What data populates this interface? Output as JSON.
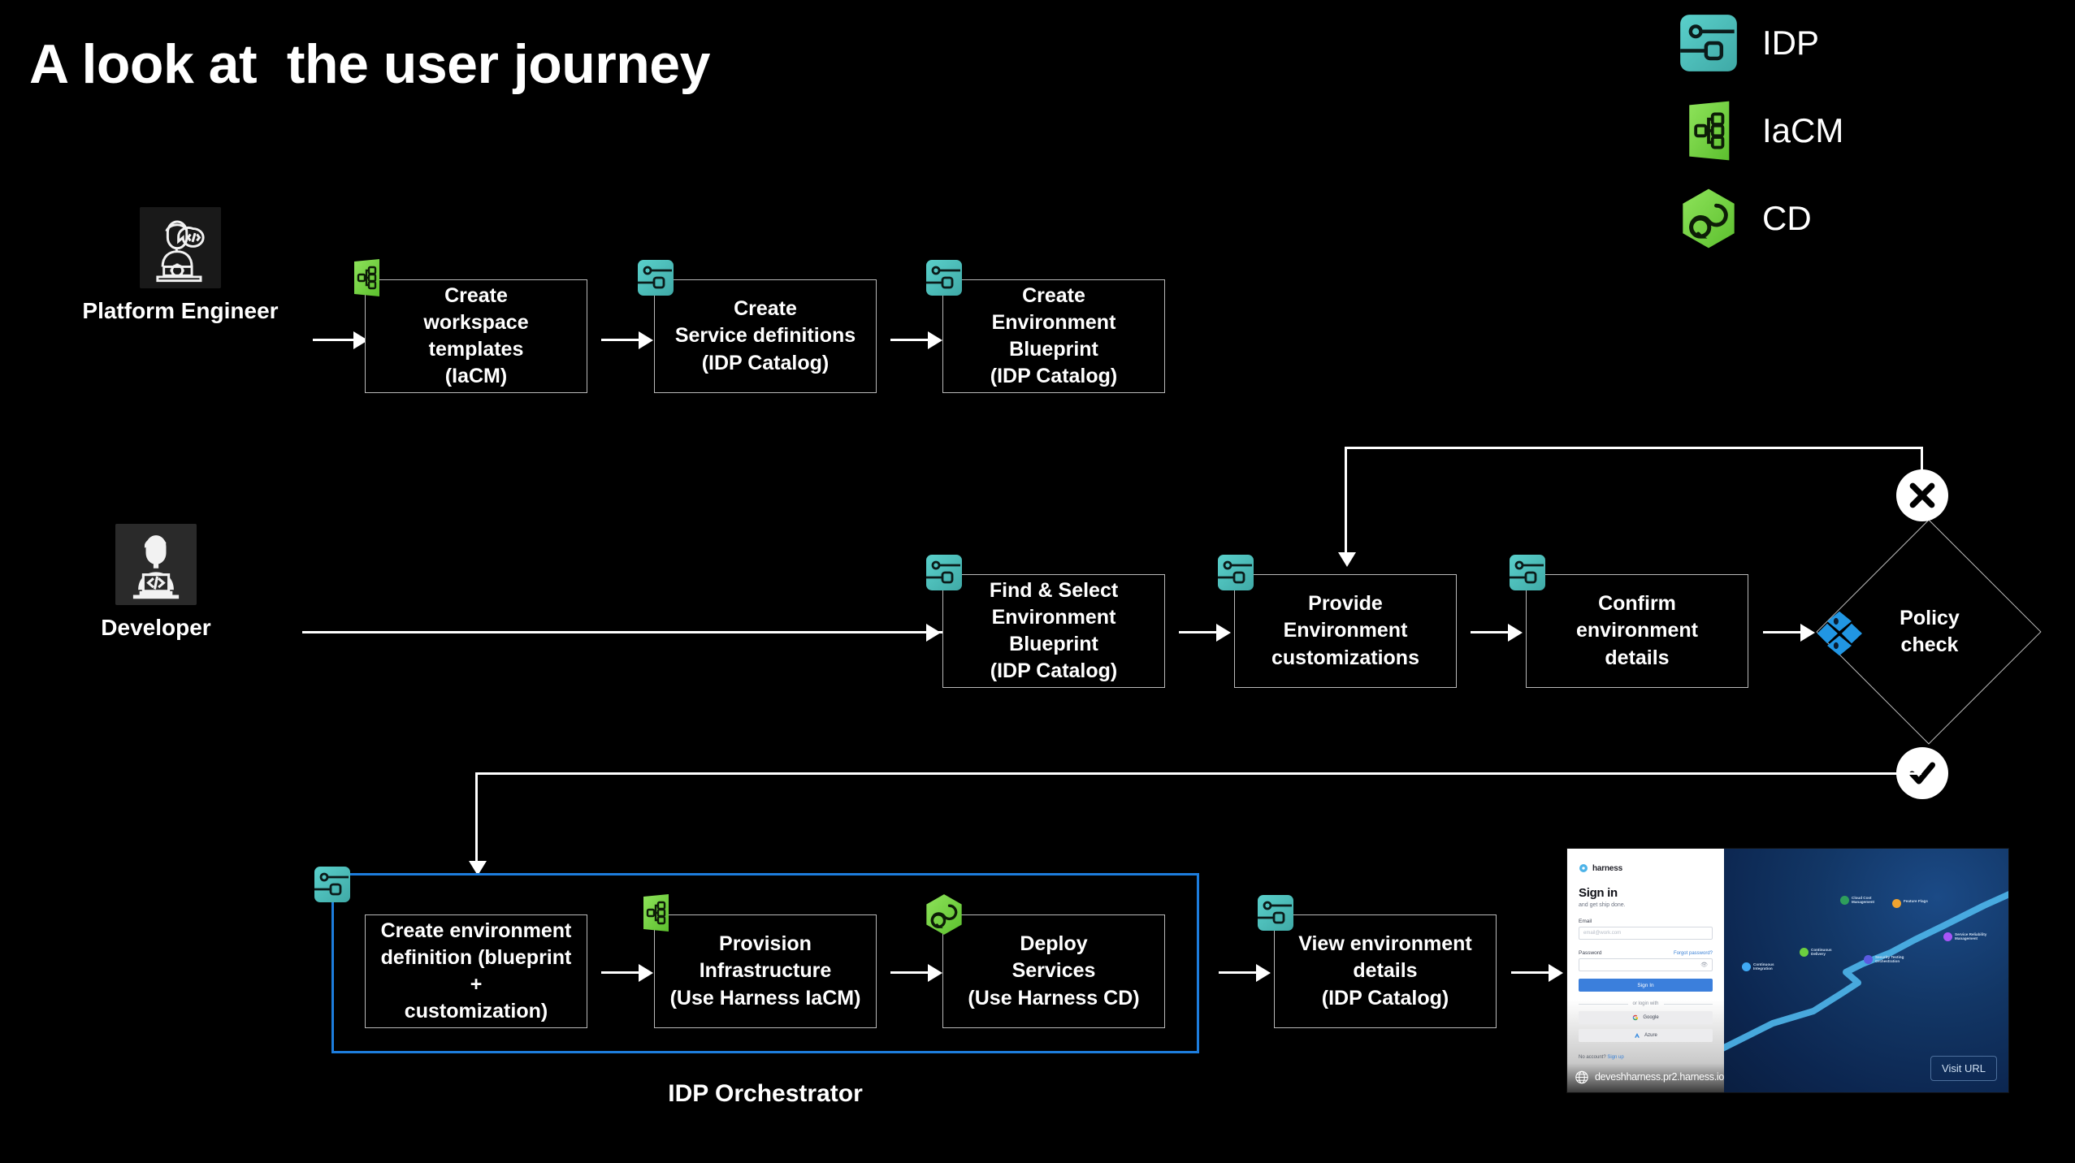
{
  "page": {
    "title": "A look at  the user journey",
    "background_color": "#000000"
  },
  "legend": {
    "items": [
      {
        "icon": "idp-module-icon",
        "label": "IDP",
        "color": "#4cc3c0"
      },
      {
        "icon": "iacm-module-icon",
        "label": "IaCM",
        "color": "#6cce3f"
      },
      {
        "icon": "cd-module-icon",
        "label": "CD",
        "color": "#6cce3f"
      }
    ]
  },
  "rows": {
    "platform_engineer": {
      "persona_label": "Platform Engineer",
      "persona_icon": "platform-engineer-avatar",
      "steps": [
        {
          "badge": "iacm-module-icon",
          "text": "Create\nworkspace templates\n(IaCM)"
        },
        {
          "badge": "idp-module-icon",
          "text": "Create\nService definitions\n(IDP Catalog)"
        },
        {
          "badge": "idp-module-icon",
          "text": "Create\nEnvironment Blueprint\n(IDP Catalog)"
        }
      ]
    },
    "developer": {
      "persona_label": "Developer",
      "persona_icon": "developer-avatar",
      "steps": [
        {
          "badge": "idp-module-icon",
          "text": "Find & Select\nEnvironment Blueprint\n(IDP Catalog)"
        },
        {
          "badge": "idp-module-icon",
          "text": "Provide\nEnvironment\ncustomizations"
        },
        {
          "badge": "idp-module-icon",
          "text": "Confirm environment\ndetails"
        }
      ],
      "decision": {
        "label": "Policy\ncheck",
        "icon": "opa-policy-icon",
        "icon_color": "#2196e3",
        "fail_marker": "close-x-icon",
        "pass_marker": "check-mark-icon"
      }
    },
    "orchestrator": {
      "group_label": "IDP Orchestrator",
      "group_badge": "idp-module-icon",
      "group_border_color": "#1d7ddd",
      "steps": [
        {
          "badge": null,
          "text": "Create environment\ndefinition (blueprint +\ncustomization)"
        },
        {
          "badge": "iacm-module-icon",
          "text": "Provision\nInfrastructure\n(Use Harness IaCM)"
        },
        {
          "badge": "cd-module-icon",
          "text": "Deploy\nServices\n(Use Harness CD)"
        }
      ],
      "outside_step": {
        "badge": "idp-module-icon",
        "text": "View environment\ndetails\n(IDP Catalog)"
      }
    }
  },
  "preview": {
    "logo_text": "harness",
    "heading": "Sign in",
    "tagline": "and get ship done.",
    "email_label": "Email",
    "email_placeholder": "email@work.com",
    "password_label": "Password",
    "forgot_link": "Forgot password?",
    "signin_button": "Sign In",
    "divider_text": "or login with",
    "oauth": [
      "Google",
      "Azure"
    ],
    "no_account_text": "No account?",
    "signup_link": "Sign up",
    "url": "deveshharness.pr2.harness.io",
    "visit_button": "Visit URL",
    "modules": [
      {
        "label": "Continuous\nIntegration",
        "color": "#3fa9f5"
      },
      {
        "label": "Continuous\nDelivery",
        "color": "#6cce3f"
      },
      {
        "label": "Cloud Cost\nManagement",
        "color": "#2e9e5b"
      },
      {
        "label": "Feature Flags",
        "color": "#f0a330"
      },
      {
        "label": "Security Testing\nOrchestration",
        "color": "#5b5be0"
      },
      {
        "label": "Service Reliability\nManagement",
        "color": "#a855f7"
      }
    ]
  }
}
